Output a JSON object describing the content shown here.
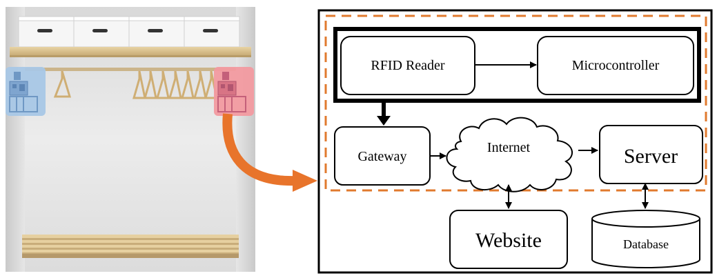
{
  "diagram": {
    "nodes": {
      "rfid_reader": "RFID Reader",
      "microcontroller": "Microcontroller",
      "gateway": "Gateway",
      "internet": "Internet",
      "server": "Server",
      "website": "Website",
      "database": "Database"
    }
  },
  "colors": {
    "dashed_border": "#E07A2E",
    "curved_arrow": "#E8742B",
    "left_tag": "#8FB8E0",
    "right_tag": "#F08A8F",
    "shelf_wood": "#D9C292",
    "wall": "#E8E8E8"
  }
}
